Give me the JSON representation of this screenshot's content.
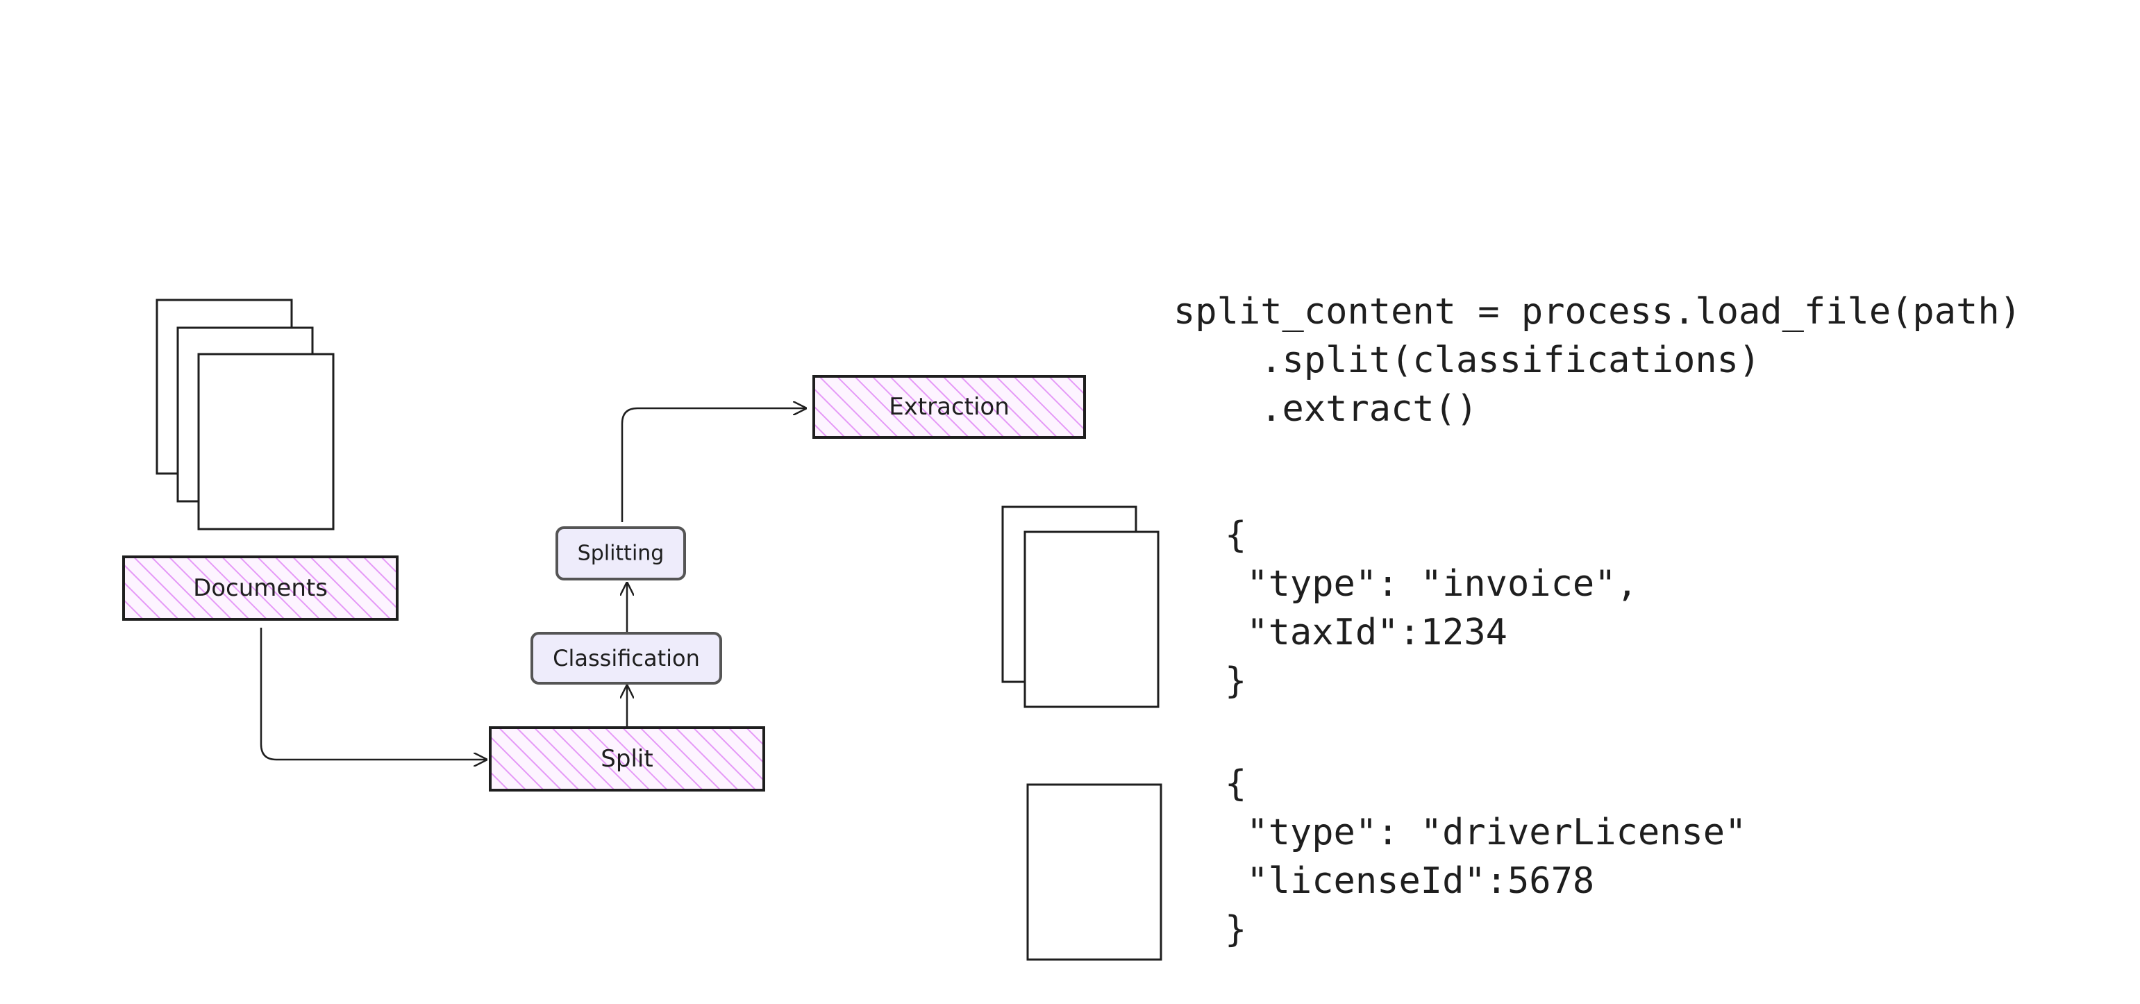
{
  "diagram": {
    "boxes": {
      "documents": "Documents",
      "split": "Split",
      "classification": "Classification",
      "splitting": "Splitting",
      "extraction": "Extraction"
    },
    "code": [
      "split_content = process.load_file(path)",
      "    .split(classifications)",
      "    .extract()"
    ],
    "results": {
      "invoice": [
        "{",
        " \"type\": \"invoice\",",
        " \"taxId\":1234",
        "}"
      ],
      "driver_license": [
        "{",
        " \"type\": \"driverLicense\"",
        " \"licenseId\":5678",
        "}"
      ]
    }
  },
  "colors": {
    "hatch": "#e599f7",
    "hatch_background": "#fdf4ff",
    "chip_fill": "#eeecfb",
    "stroke": "#1e1e1e"
  }
}
